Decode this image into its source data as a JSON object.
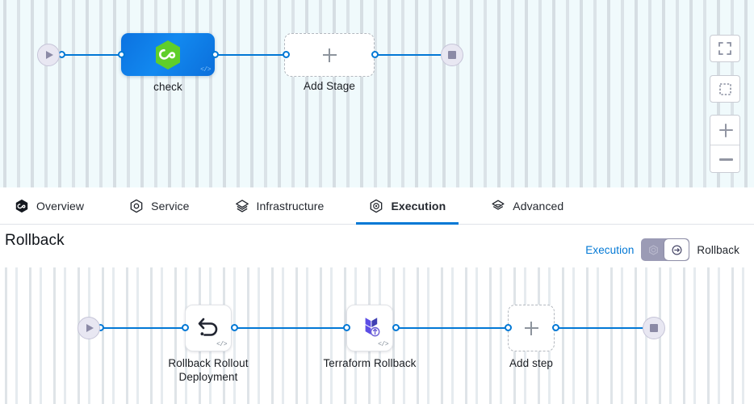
{
  "top_canvas": {
    "start_node": {
      "icon": "play-icon"
    },
    "stage": {
      "label": "check",
      "icon": "harness-hexagon-icon",
      "code_badge": "</>"
    },
    "add_stage": {
      "label": "Add Stage",
      "icon": "plus-icon"
    },
    "end_node": {
      "icon": "stop-icon"
    },
    "controls": [
      {
        "name": "fullscreen-icon",
        "tooltip": "Fullscreen"
      },
      {
        "name": "selection-box-icon",
        "tooltip": "Select"
      },
      {
        "name": "zoom-in-icon",
        "tooltip": "Zoom in"
      },
      {
        "name": "zoom-out-icon",
        "tooltip": "Zoom out"
      }
    ]
  },
  "tabs": [
    {
      "label": "Overview",
      "icon": "harness-hexagon-icon",
      "active": false
    },
    {
      "label": "Service",
      "icon": "service-hexagon-icon",
      "active": false
    },
    {
      "label": "Infrastructure",
      "icon": "layers-icon",
      "active": false
    },
    {
      "label": "Execution",
      "icon": "execution-hexagon-icon",
      "active": true
    },
    {
      "label": "Advanced",
      "icon": "advanced-layers-icon",
      "active": false
    }
  ],
  "rollback_header": {
    "title": "Rollback",
    "toggle_left_label": "Execution",
    "toggle_right_label": "Rollback",
    "toggle_state": "rollback",
    "left_icon": "execution-hexagon-icon",
    "right_icon": "rollback-arrow-icon"
  },
  "bottom_canvas": {
    "start_node": {
      "icon": "play-icon"
    },
    "steps": [
      {
        "label": "Rollback Rollout Deployment",
        "icon": "rollback-undo-icon",
        "code_badge": "</>"
      },
      {
        "label": "Terraform Rollback",
        "icon": "terraform-rollback-icon",
        "code_badge": "</>"
      }
    ],
    "add_step": {
      "label": "Add step",
      "icon": "plus-icon"
    },
    "end_node": {
      "icon": "stop-icon"
    }
  },
  "colors": {
    "accent_blue": "#0278d5",
    "stage_blue": "#1289f0",
    "harness_green": "#4caf2f",
    "terraform_purple": "#5c4ee5",
    "canvas_top_bg": "#f0fafc",
    "canvas_bottom_bg": "#ffffff"
  }
}
